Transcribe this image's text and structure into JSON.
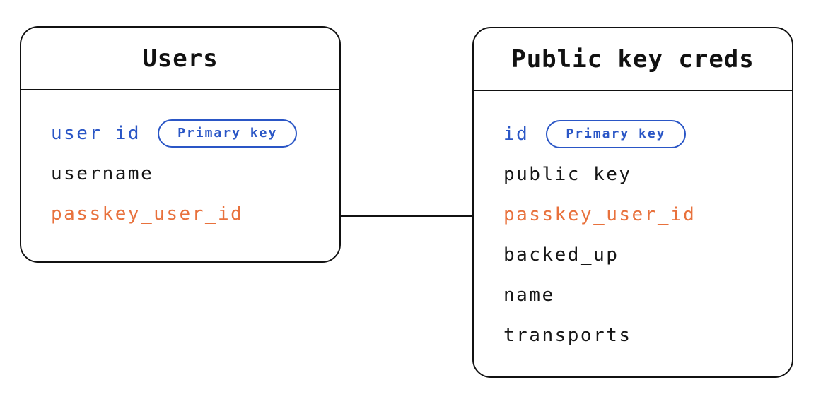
{
  "diagram": {
    "tables": [
      {
        "title": "Users",
        "fields": [
          {
            "name": "user_id",
            "color": "blue",
            "badge": "Primary key"
          },
          {
            "name": "username",
            "color": "black"
          },
          {
            "name": "passkey_user_id",
            "color": "orange"
          }
        ]
      },
      {
        "title": "Public key creds",
        "fields": [
          {
            "name": "id",
            "color": "blue",
            "badge": "Primary key"
          },
          {
            "name": "public_key",
            "color": "black"
          },
          {
            "name": "passkey_user_id",
            "color": "orange"
          },
          {
            "name": "backed_up",
            "color": "black"
          },
          {
            "name": "name",
            "color": "black"
          },
          {
            "name": "transports",
            "color": "black"
          }
        ]
      }
    ],
    "relationship": {
      "from_table": "Users",
      "from_field": "passkey_user_id",
      "to_table": "Public key creds",
      "to_field": "passkey_user_id"
    },
    "colors": {
      "blue": "#2a56c6",
      "orange": "#e8713c",
      "black": "#161616",
      "line": "#111111",
      "background": "#ffffff"
    }
  }
}
